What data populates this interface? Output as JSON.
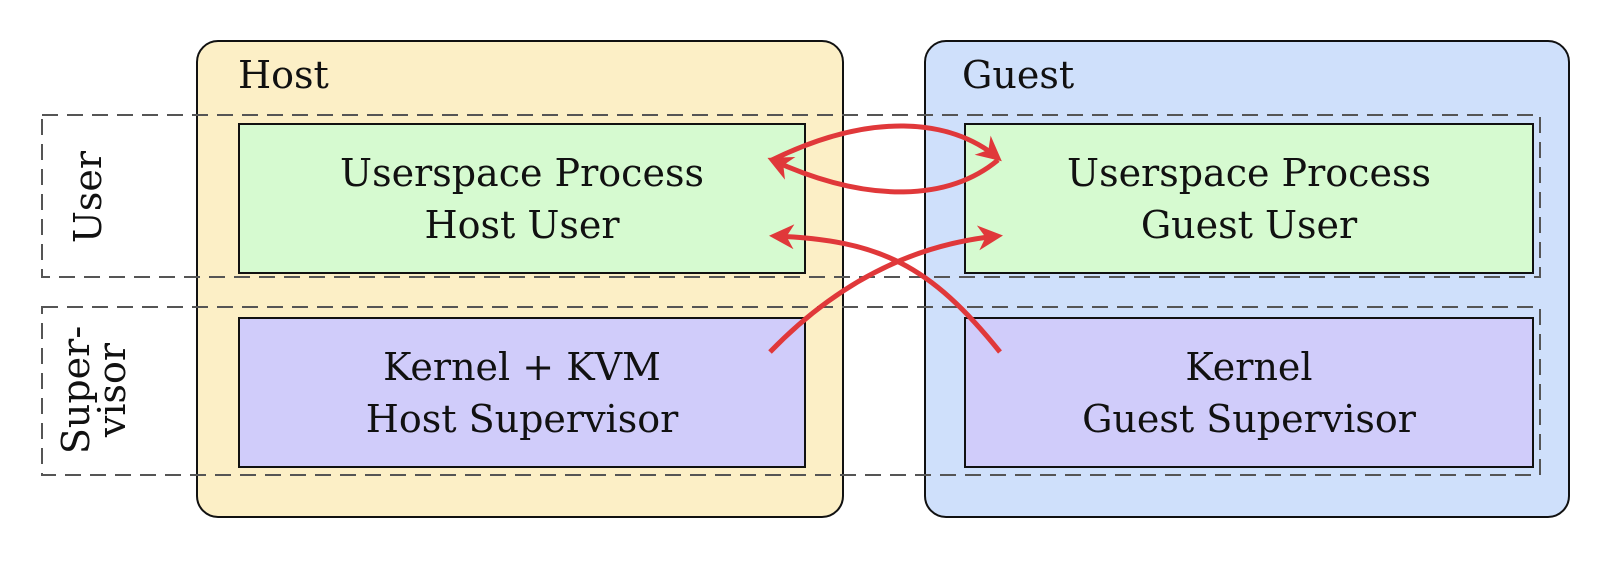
{
  "privilege_levels": {
    "user_label": "User",
    "supervisor_label_line1": "Super-",
    "supervisor_label_line2": "visor"
  },
  "host": {
    "title": "Host",
    "user_box": {
      "line1": "Userspace Process",
      "line2": "Host User"
    },
    "supervisor_box": {
      "line1": "Kernel + KVM",
      "line2": "Host Supervisor"
    }
  },
  "guest": {
    "title": "Guest",
    "user_box": {
      "line1": "Userspace Process",
      "line2": "Guest User"
    },
    "supervisor_box": {
      "line1": "Kernel",
      "line2": "Guest Supervisor"
    }
  },
  "colors": {
    "host_panel": "#fcefc6",
    "guest_panel": "#cfe0fb",
    "user_box": "#d6fad0",
    "supervisor_box": "#d0ccfa",
    "arrow": "#e0383a",
    "dashed_ring": "#555555",
    "outline": "#111111"
  }
}
